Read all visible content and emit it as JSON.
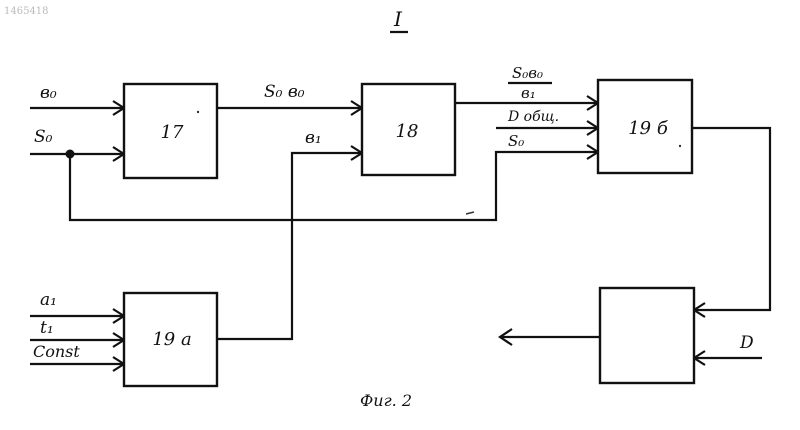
{
  "scan_number": "1465418",
  "roman_numeral": "I",
  "caption": "Фиг. 2",
  "blocks": {
    "b17": "17",
    "b18": "18",
    "b19b": "19 б",
    "b19a": "19 а",
    "out": ""
  },
  "signals": {
    "b0": "в₀",
    "s0": "S₀",
    "s0b0": "S₀ в₀",
    "b1": "в₁",
    "ratio_num": "S₀в₀",
    "ratio_den": "в₁",
    "d_total": "D общ.",
    "s0_2": "S₀",
    "a1": "a₁",
    "t1": "t₁",
    "const": "Const",
    "d": "D"
  }
}
